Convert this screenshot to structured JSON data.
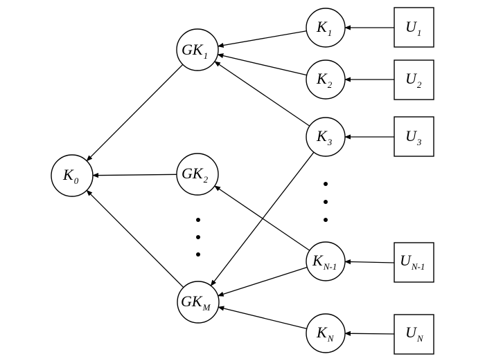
{
  "colors": {
    "stroke": "#000000",
    "background": "#ffffff"
  },
  "nodes": {
    "k0": {
      "main": "K",
      "sub": "0"
    },
    "gk1": {
      "main": "GK",
      "sub": "1"
    },
    "gk2": {
      "main": "GK",
      "sub": "2"
    },
    "gkm": {
      "main": "GK",
      "sub": "M"
    },
    "k1": {
      "main": "K",
      "sub": "1"
    },
    "k2": {
      "main": "K",
      "sub": "2"
    },
    "k3": {
      "main": "K",
      "sub": "3"
    },
    "kn1": {
      "main": "K",
      "sub": "N-1"
    },
    "kn": {
      "main": "K",
      "sub": "N"
    },
    "u1": {
      "main": "U",
      "sub": "1"
    },
    "u2": {
      "main": "U",
      "sub": "2"
    },
    "u3": {
      "main": "U",
      "sub": "3"
    },
    "un1": {
      "main": "U",
      "sub": "N-1"
    },
    "un": {
      "main": "U",
      "sub": "N"
    }
  },
  "edges": [
    {
      "from": "u1",
      "to": "k1"
    },
    {
      "from": "u2",
      "to": "k2"
    },
    {
      "from": "u3",
      "to": "k3"
    },
    {
      "from": "un1",
      "to": "kn1"
    },
    {
      "from": "un",
      "to": "kn"
    },
    {
      "from": "k1",
      "to": "gk1"
    },
    {
      "from": "k2",
      "to": "gk1"
    },
    {
      "from": "k3",
      "to": "gk1"
    },
    {
      "from": "k3",
      "to": "gkm"
    },
    {
      "from": "kn1",
      "to": "gk2"
    },
    {
      "from": "kn1",
      "to": "gkm"
    },
    {
      "from": "kn",
      "to": "gkm"
    },
    {
      "from": "gk1",
      "to": "k0"
    },
    {
      "from": "gk2",
      "to": "k0"
    },
    {
      "from": "gkm",
      "to": "k0"
    }
  ],
  "ellipses": [
    "gk-column-ellipsis",
    "k-column-ellipsis"
  ]
}
